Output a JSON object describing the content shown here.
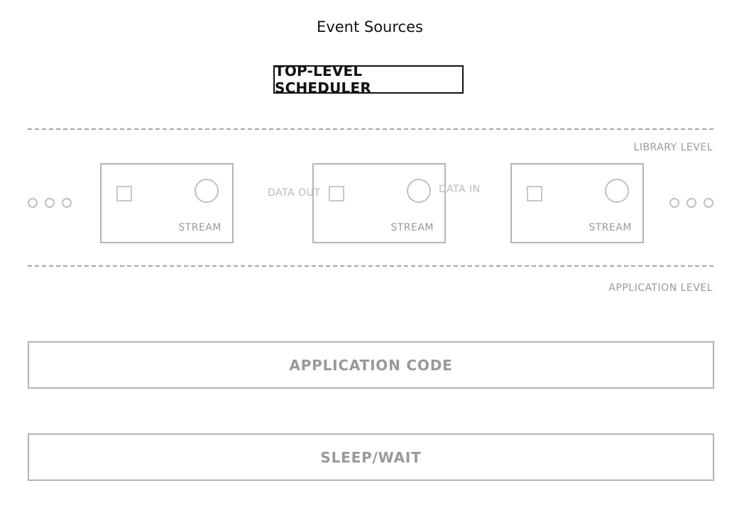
{
  "title": "Event Sources",
  "scheduler_label": "TOP-LEVEL SCHEDULER",
  "levels": {
    "library": "LIBRARY LEVEL",
    "application": "APPLICATION LEVEL"
  },
  "streams": [
    {
      "label": "STREAM"
    },
    {
      "label": "STREAM"
    },
    {
      "label": "STREAM"
    }
  ],
  "flows": {
    "data_out": "DATA OUT",
    "data_in": "DATA IN"
  },
  "blocks": {
    "application_code": "APPLICATION CODE",
    "sleep_wait": "SLEEP/WAIT"
  }
}
